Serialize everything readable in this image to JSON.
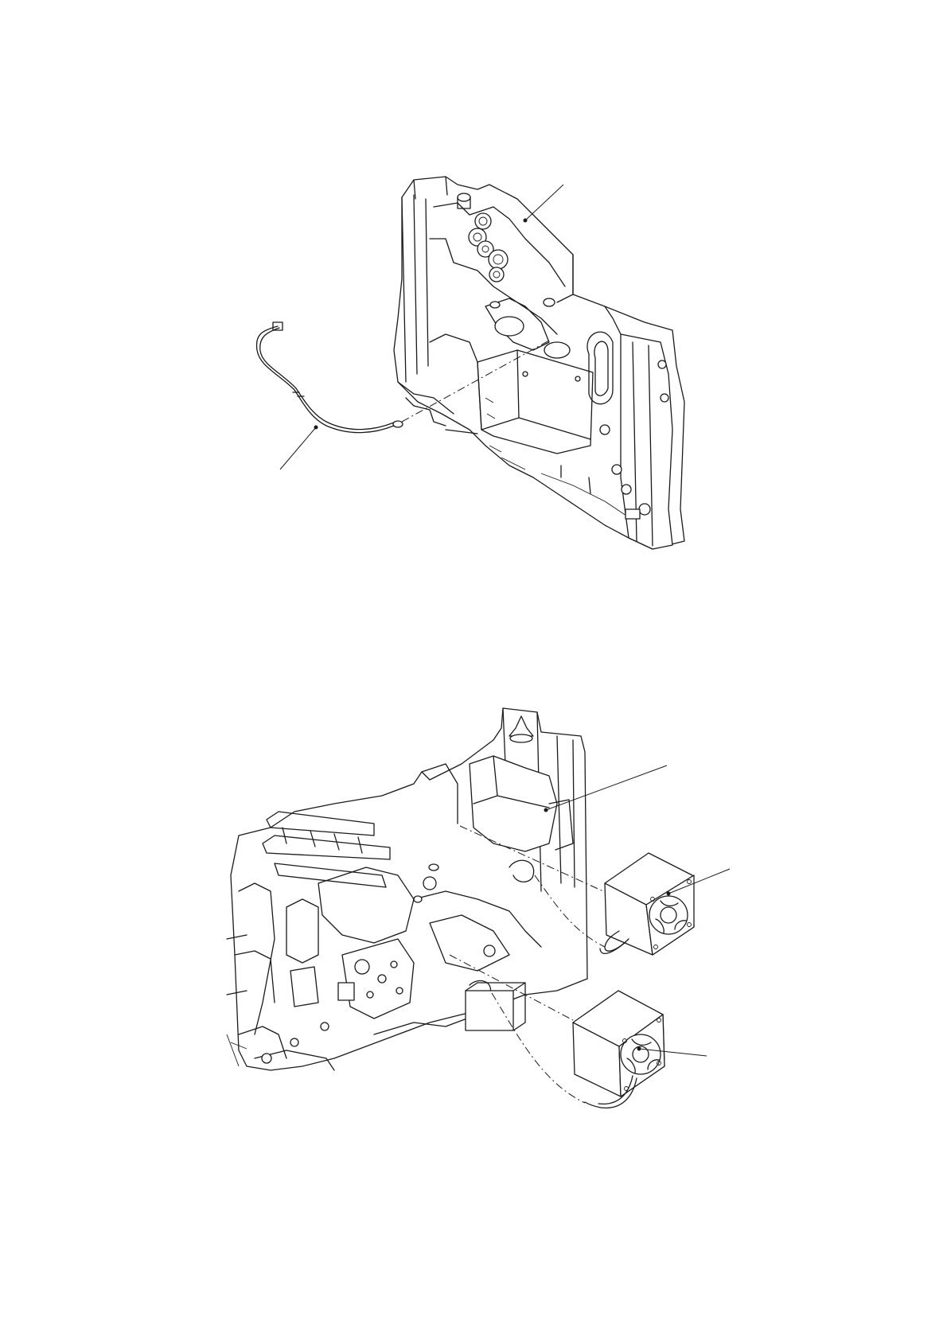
{
  "figures": [
    {
      "id": "top-assembly",
      "callouts": []
    },
    {
      "id": "bottom-assembly",
      "callouts": []
    }
  ],
  "icons": [
    "main-frame-drawing",
    "sensor-harness-drawing",
    "fan-drawing",
    "chassis-drawing"
  ]
}
